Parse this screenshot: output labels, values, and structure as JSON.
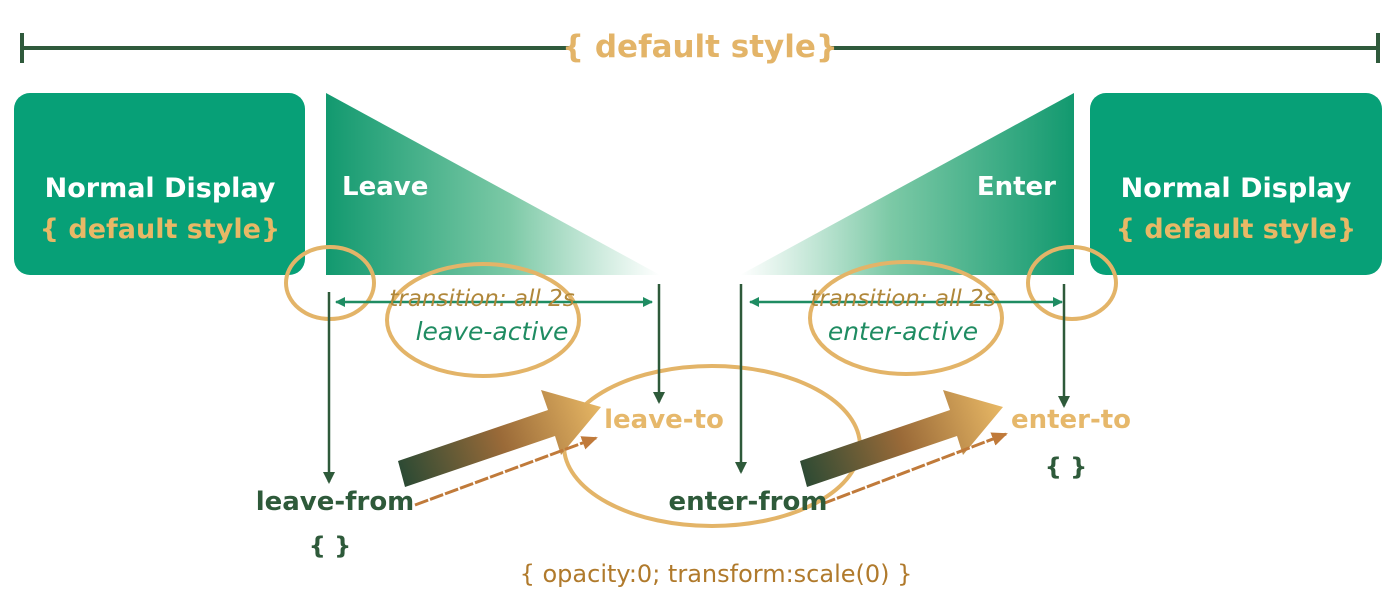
{
  "top_label": "{ default style}",
  "left_box": {
    "title": "Normal Display",
    "subtitle": "{ default style}"
  },
  "right_box": {
    "title": "Normal Display",
    "subtitle": "{ default style}"
  },
  "leave_label": "Leave",
  "enter_label": "Enter",
  "leave_transition": "transition: all 2s",
  "leave_active": "leave-active",
  "enter_transition": "transition: all 2s",
  "enter_active": "enter-active",
  "leave_from": "leave-from",
  "leave_from_braces": "{ }",
  "leave_to": "leave-to",
  "enter_from": "enter-from",
  "enter_to": "enter-to",
  "enter_to_braces": "{ }",
  "hidden_style": "{ opacity:0; transform:scale(0) }",
  "colors": {
    "box_green": "#07a077",
    "wedge_green": "#109a70",
    "gold": "#e3b468",
    "dark_green": "#2e5a3a",
    "arrow_green": "#1f8c62",
    "copper": "#c07a3a"
  }
}
